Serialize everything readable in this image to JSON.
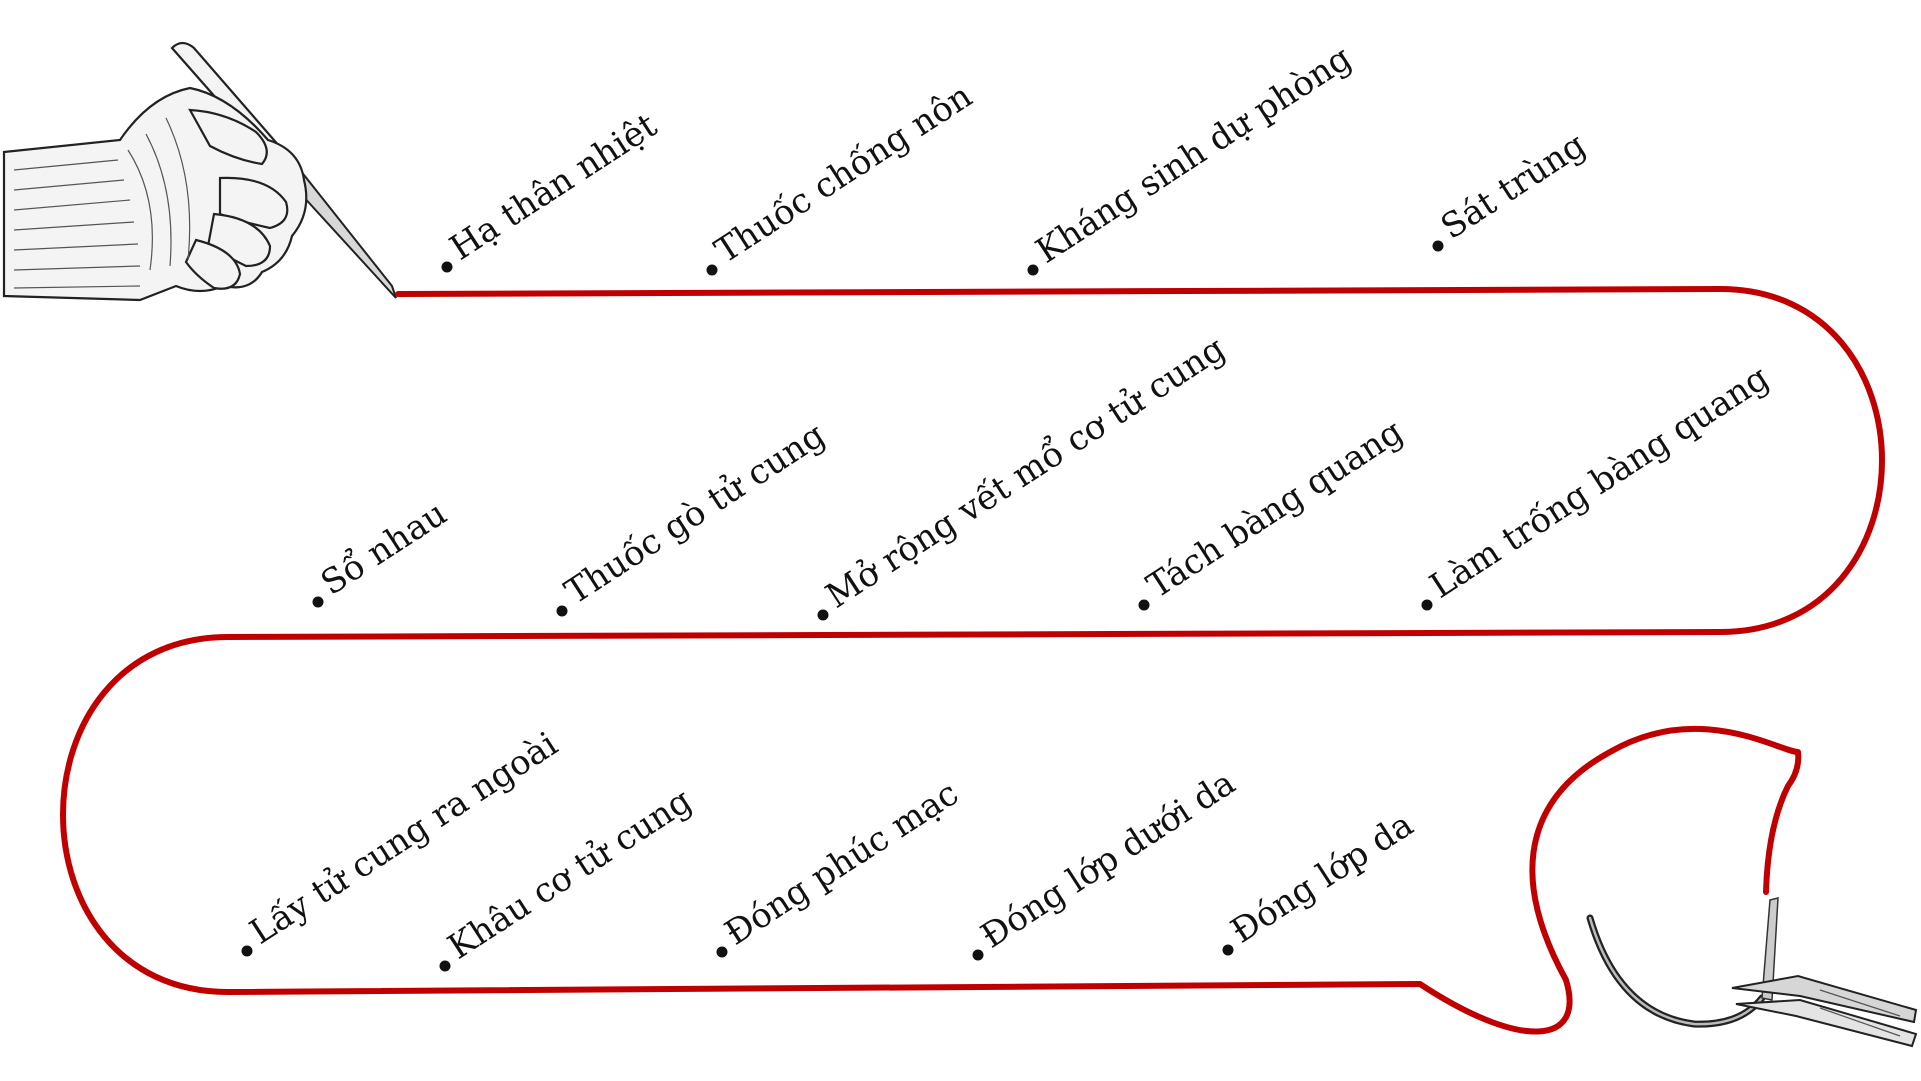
{
  "colors": {
    "path": "#c00000",
    "text": "#111111",
    "background": "#ffffff"
  },
  "icons": {
    "start": "hand-holding-scalpel-icon",
    "end": "surgical-needle-holder-icon"
  },
  "steps": [
    {
      "label": "Hạ thân nhiệt"
    },
    {
      "label": "Thuốc chống nôn"
    },
    {
      "label": "Kháng sinh dự phòng"
    },
    {
      "label": "Sát trùng"
    },
    {
      "label": "Làm trống bàng quang"
    },
    {
      "label": "Tách bàng quang"
    },
    {
      "label": "Mở rộng vết mổ cơ tử cung"
    },
    {
      "label": "Thuốc gò tử cung"
    },
    {
      "label": "Sổ nhau"
    },
    {
      "label": "Lấy tử cung ra ngoài"
    },
    {
      "label": "Khâu cơ tử cung"
    },
    {
      "label": "Đóng phúc mạc"
    },
    {
      "label": "Đóng lớp dưới da"
    },
    {
      "label": "Đóng lớp da"
    }
  ]
}
